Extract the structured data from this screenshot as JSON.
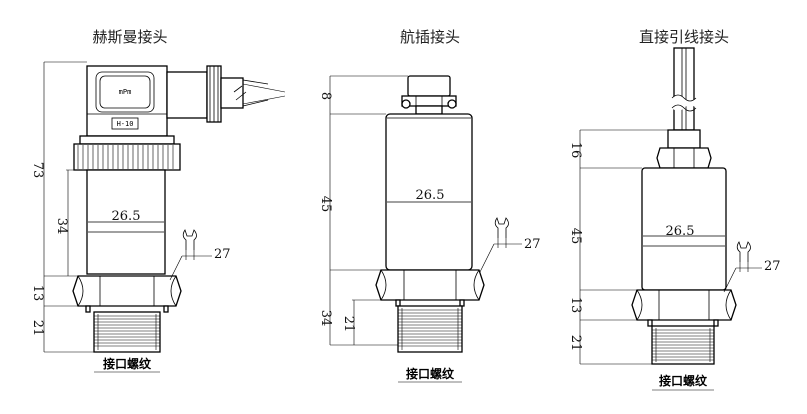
{
  "sensors": [
    {
      "title": "赫斯曼接头",
      "dims": {
        "total": "73",
        "body": "34",
        "hex": "13",
        "thread": "21",
        "diameter": "26.5",
        "wrench": "27"
      },
      "connector_mark": "mPm",
      "connector_sub": "H-10",
      "thread_label": "接口螺纹"
    },
    {
      "title": "航插接头",
      "dims": {
        "top": "8",
        "body": "45",
        "lower": "34",
        "thread": "21",
        "diameter": "26.5",
        "wrench": "27"
      },
      "thread_label": "接口螺纹"
    },
    {
      "title": "直接引线接头",
      "dims": {
        "top": "16",
        "body": "45",
        "hex": "13",
        "thread": "21",
        "diameter": "26.5",
        "wrench": "27"
      },
      "thread_label": "接口螺纹"
    }
  ]
}
